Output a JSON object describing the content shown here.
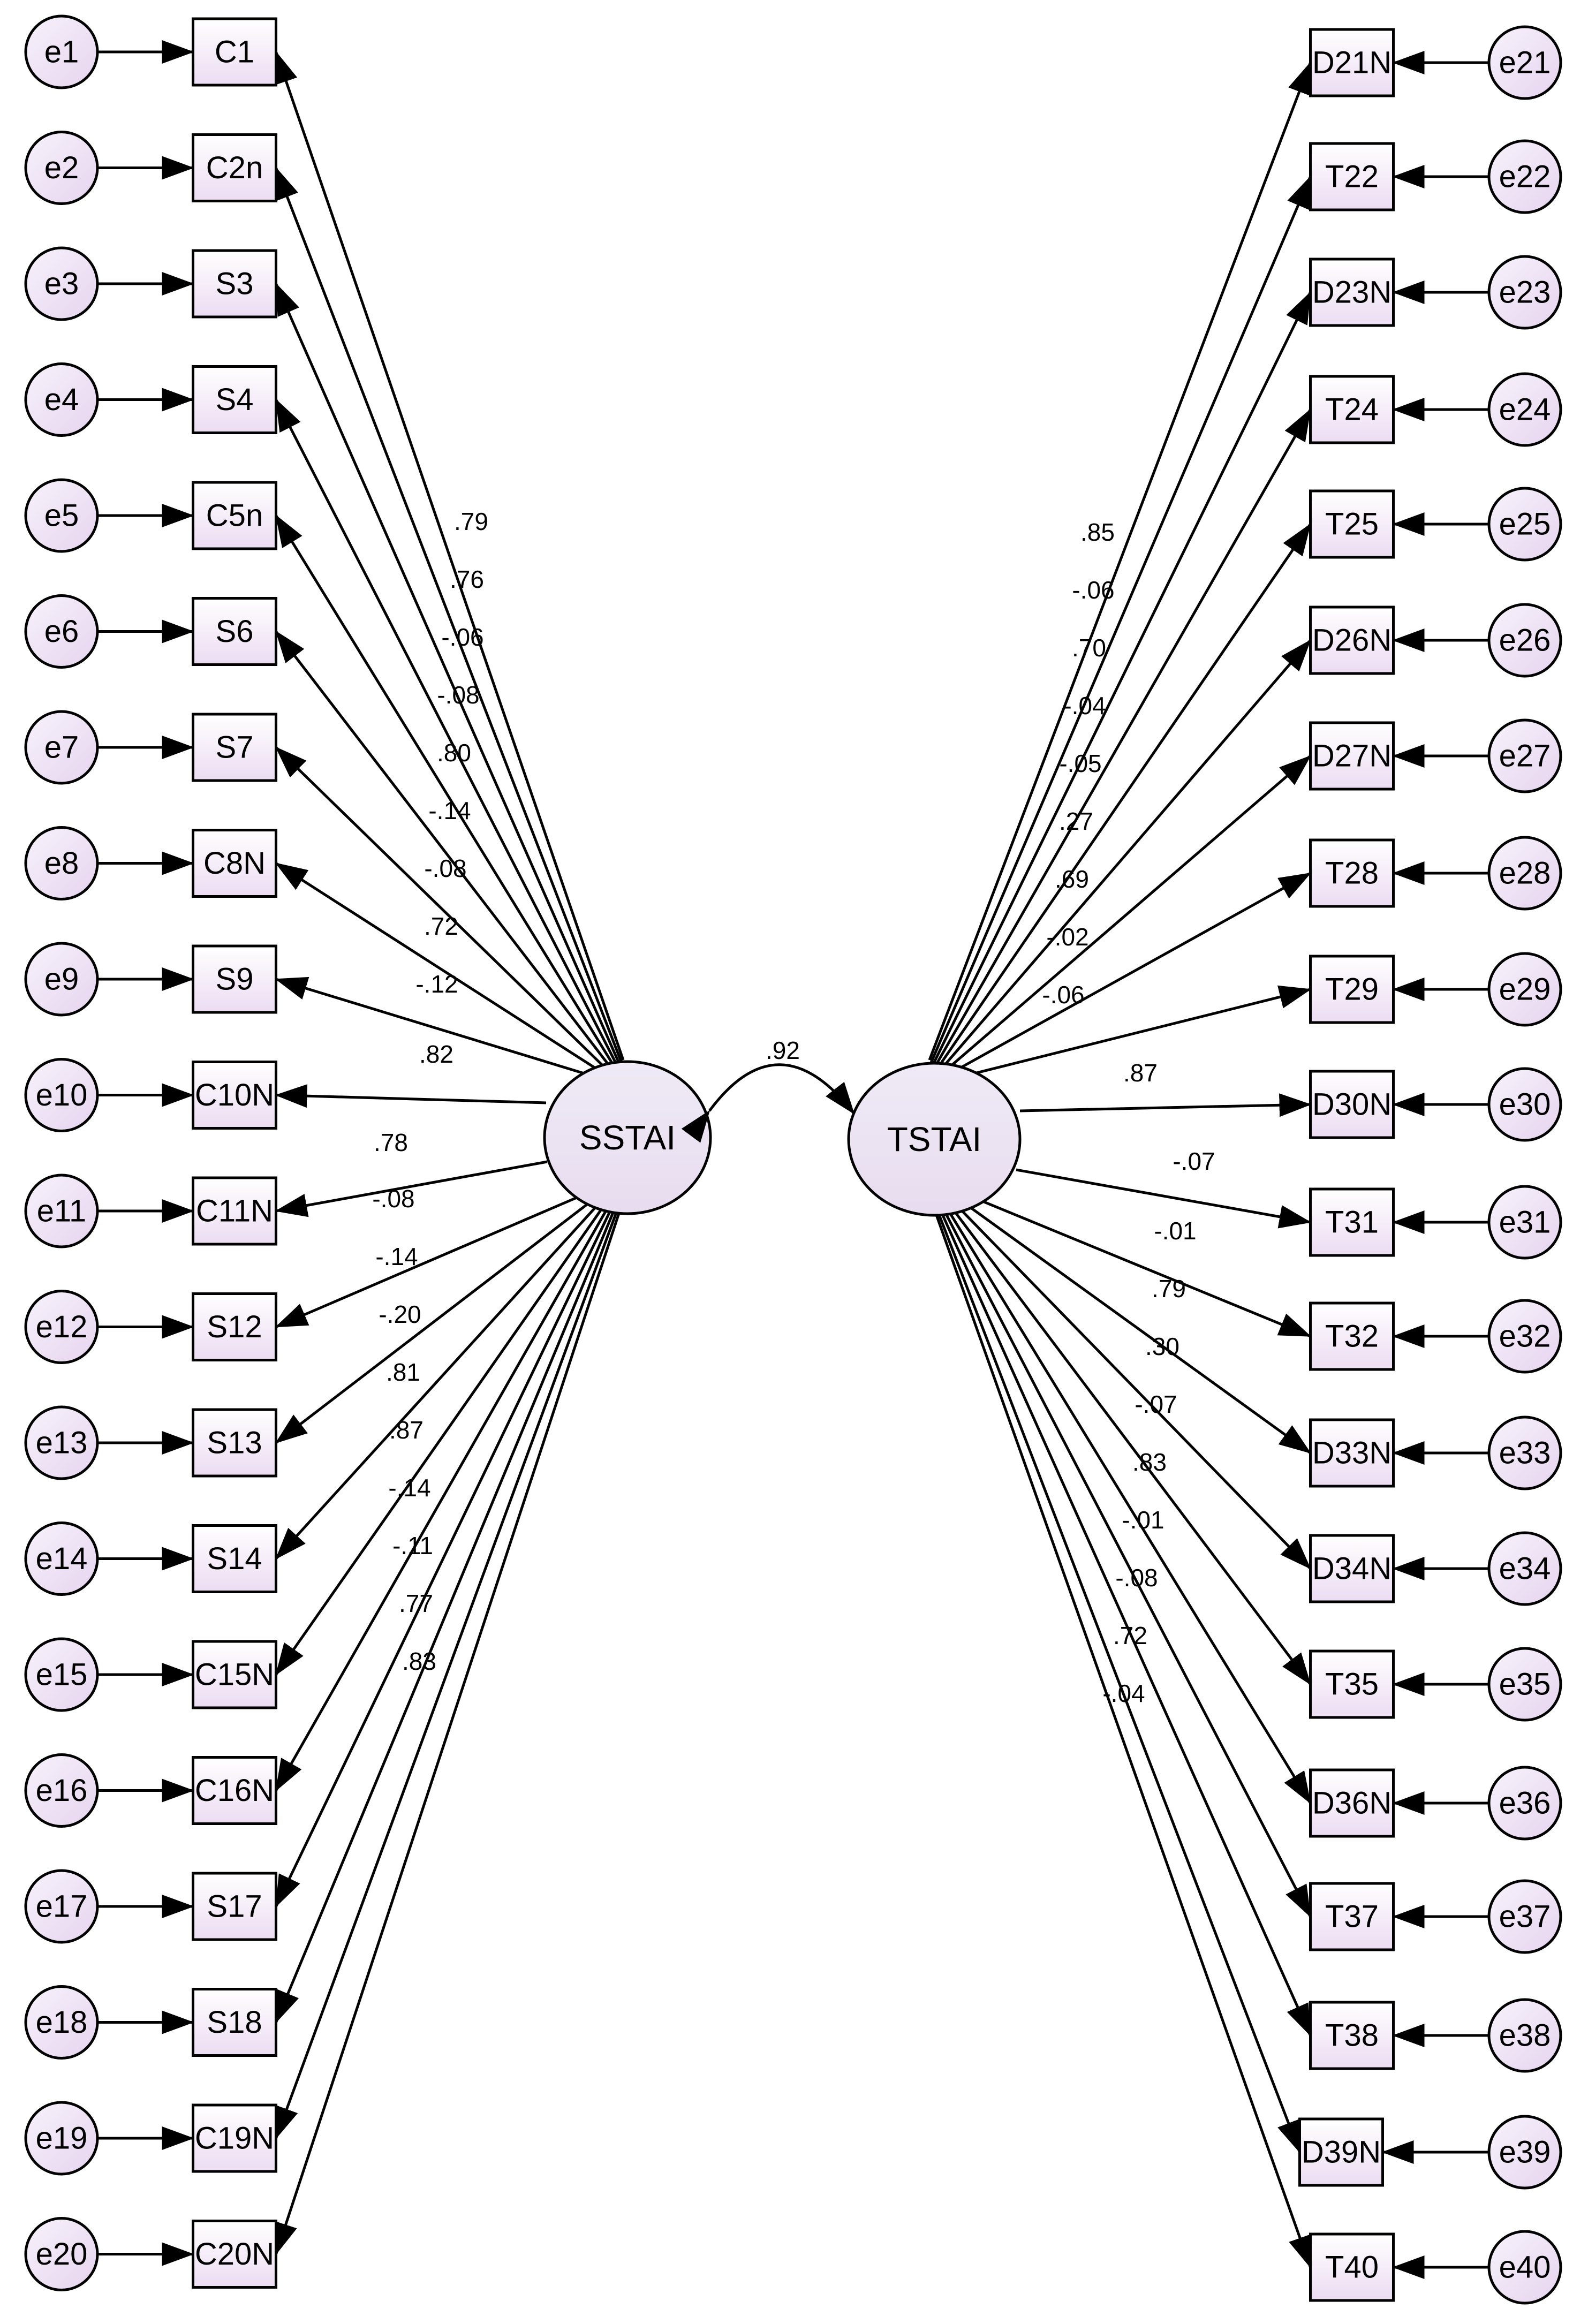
{
  "latents": {
    "left": {
      "label": "SSTAI"
    },
    "right": {
      "label": "TSTAI"
    }
  },
  "correlation": ".92",
  "left_items": [
    {
      "item": "C1",
      "error": "e1",
      "loading": ".79"
    },
    {
      "item": "C2n",
      "error": "e2",
      "loading": ".76"
    },
    {
      "item": "S3",
      "error": "e3",
      "loading": "-.06"
    },
    {
      "item": "S4",
      "error": "e4",
      "loading": "-.08"
    },
    {
      "item": "C5n",
      "error": "e5",
      "loading": ".80"
    },
    {
      "item": "S6",
      "error": "e6",
      "loading": "-.14"
    },
    {
      "item": "S7",
      "error": "e7",
      "loading": "-.08"
    },
    {
      "item": "C8N",
      "error": "e8",
      "loading": ".72"
    },
    {
      "item": "S9",
      "error": "e9",
      "loading": "-.12"
    },
    {
      "item": "C10N",
      "error": "e10",
      "loading": ".82"
    },
    {
      "item": "C11N",
      "error": "e11",
      "loading": ".78"
    },
    {
      "item": "S12",
      "error": "e12",
      "loading": "-.08"
    },
    {
      "item": "S13",
      "error": "e13",
      "loading": "-.14"
    },
    {
      "item": "S14",
      "error": "e14",
      "loading": "-.20"
    },
    {
      "item": "C15N",
      "error": "e15",
      "loading": ".81"
    },
    {
      "item": "C16N",
      "error": "e16",
      "loading": ".87"
    },
    {
      "item": "S17",
      "error": "e17",
      "loading": "-.14"
    },
    {
      "item": "S18",
      "error": "e18",
      "loading": "-.11"
    },
    {
      "item": "C19N",
      "error": "e19",
      "loading": ".77"
    },
    {
      "item": "C20N",
      "error": "e20",
      "loading": ".83"
    }
  ],
  "right_items": [
    {
      "item": "D21N",
      "error": "e21",
      "loading": ".85"
    },
    {
      "item": "T22",
      "error": "e22",
      "loading": "-.06"
    },
    {
      "item": "D23N",
      "error": "e23",
      "loading": ".70"
    },
    {
      "item": "T24",
      "error": "e24",
      "loading": "-.04"
    },
    {
      "item": "T25",
      "error": "e25",
      "loading": "-.05"
    },
    {
      "item": "D26N",
      "error": "e26",
      "loading": ".27"
    },
    {
      "item": "D27N",
      "error": "e27",
      "loading": ".69"
    },
    {
      "item": "T28",
      "error": "e28",
      "loading": "-.02"
    },
    {
      "item": "T29",
      "error": "e29",
      "loading": "-.06"
    },
    {
      "item": "D30N",
      "error": "e30",
      "loading": ".87"
    },
    {
      "item": "T31",
      "error": "e31",
      "loading": "-.07"
    },
    {
      "item": "T32",
      "error": "e32",
      "loading": "-.01"
    },
    {
      "item": "D33N",
      "error": "e33",
      "loading": ".79"
    },
    {
      "item": "D34N",
      "error": "e34",
      "loading": ".30"
    },
    {
      "item": "T35",
      "error": "e35",
      "loading": "-.07"
    },
    {
      "item": "D36N",
      "error": "e36",
      "loading": ".83"
    },
    {
      "item": "T37",
      "error": "e37",
      "loading": "-.01"
    },
    {
      "item": "T38",
      "error": "e38",
      "loading": "-.08"
    },
    {
      "item": "D39N",
      "error": "e39",
      "loading": ".72"
    },
    {
      "item": "T40",
      "error": "e40",
      "loading": "-.04"
    }
  ],
  "colors": {
    "node_fill_light": "#ffffff",
    "node_fill_tint": "#ecdcf2",
    "latent_fill": "#eae4f3",
    "stroke": "#000000"
  }
}
